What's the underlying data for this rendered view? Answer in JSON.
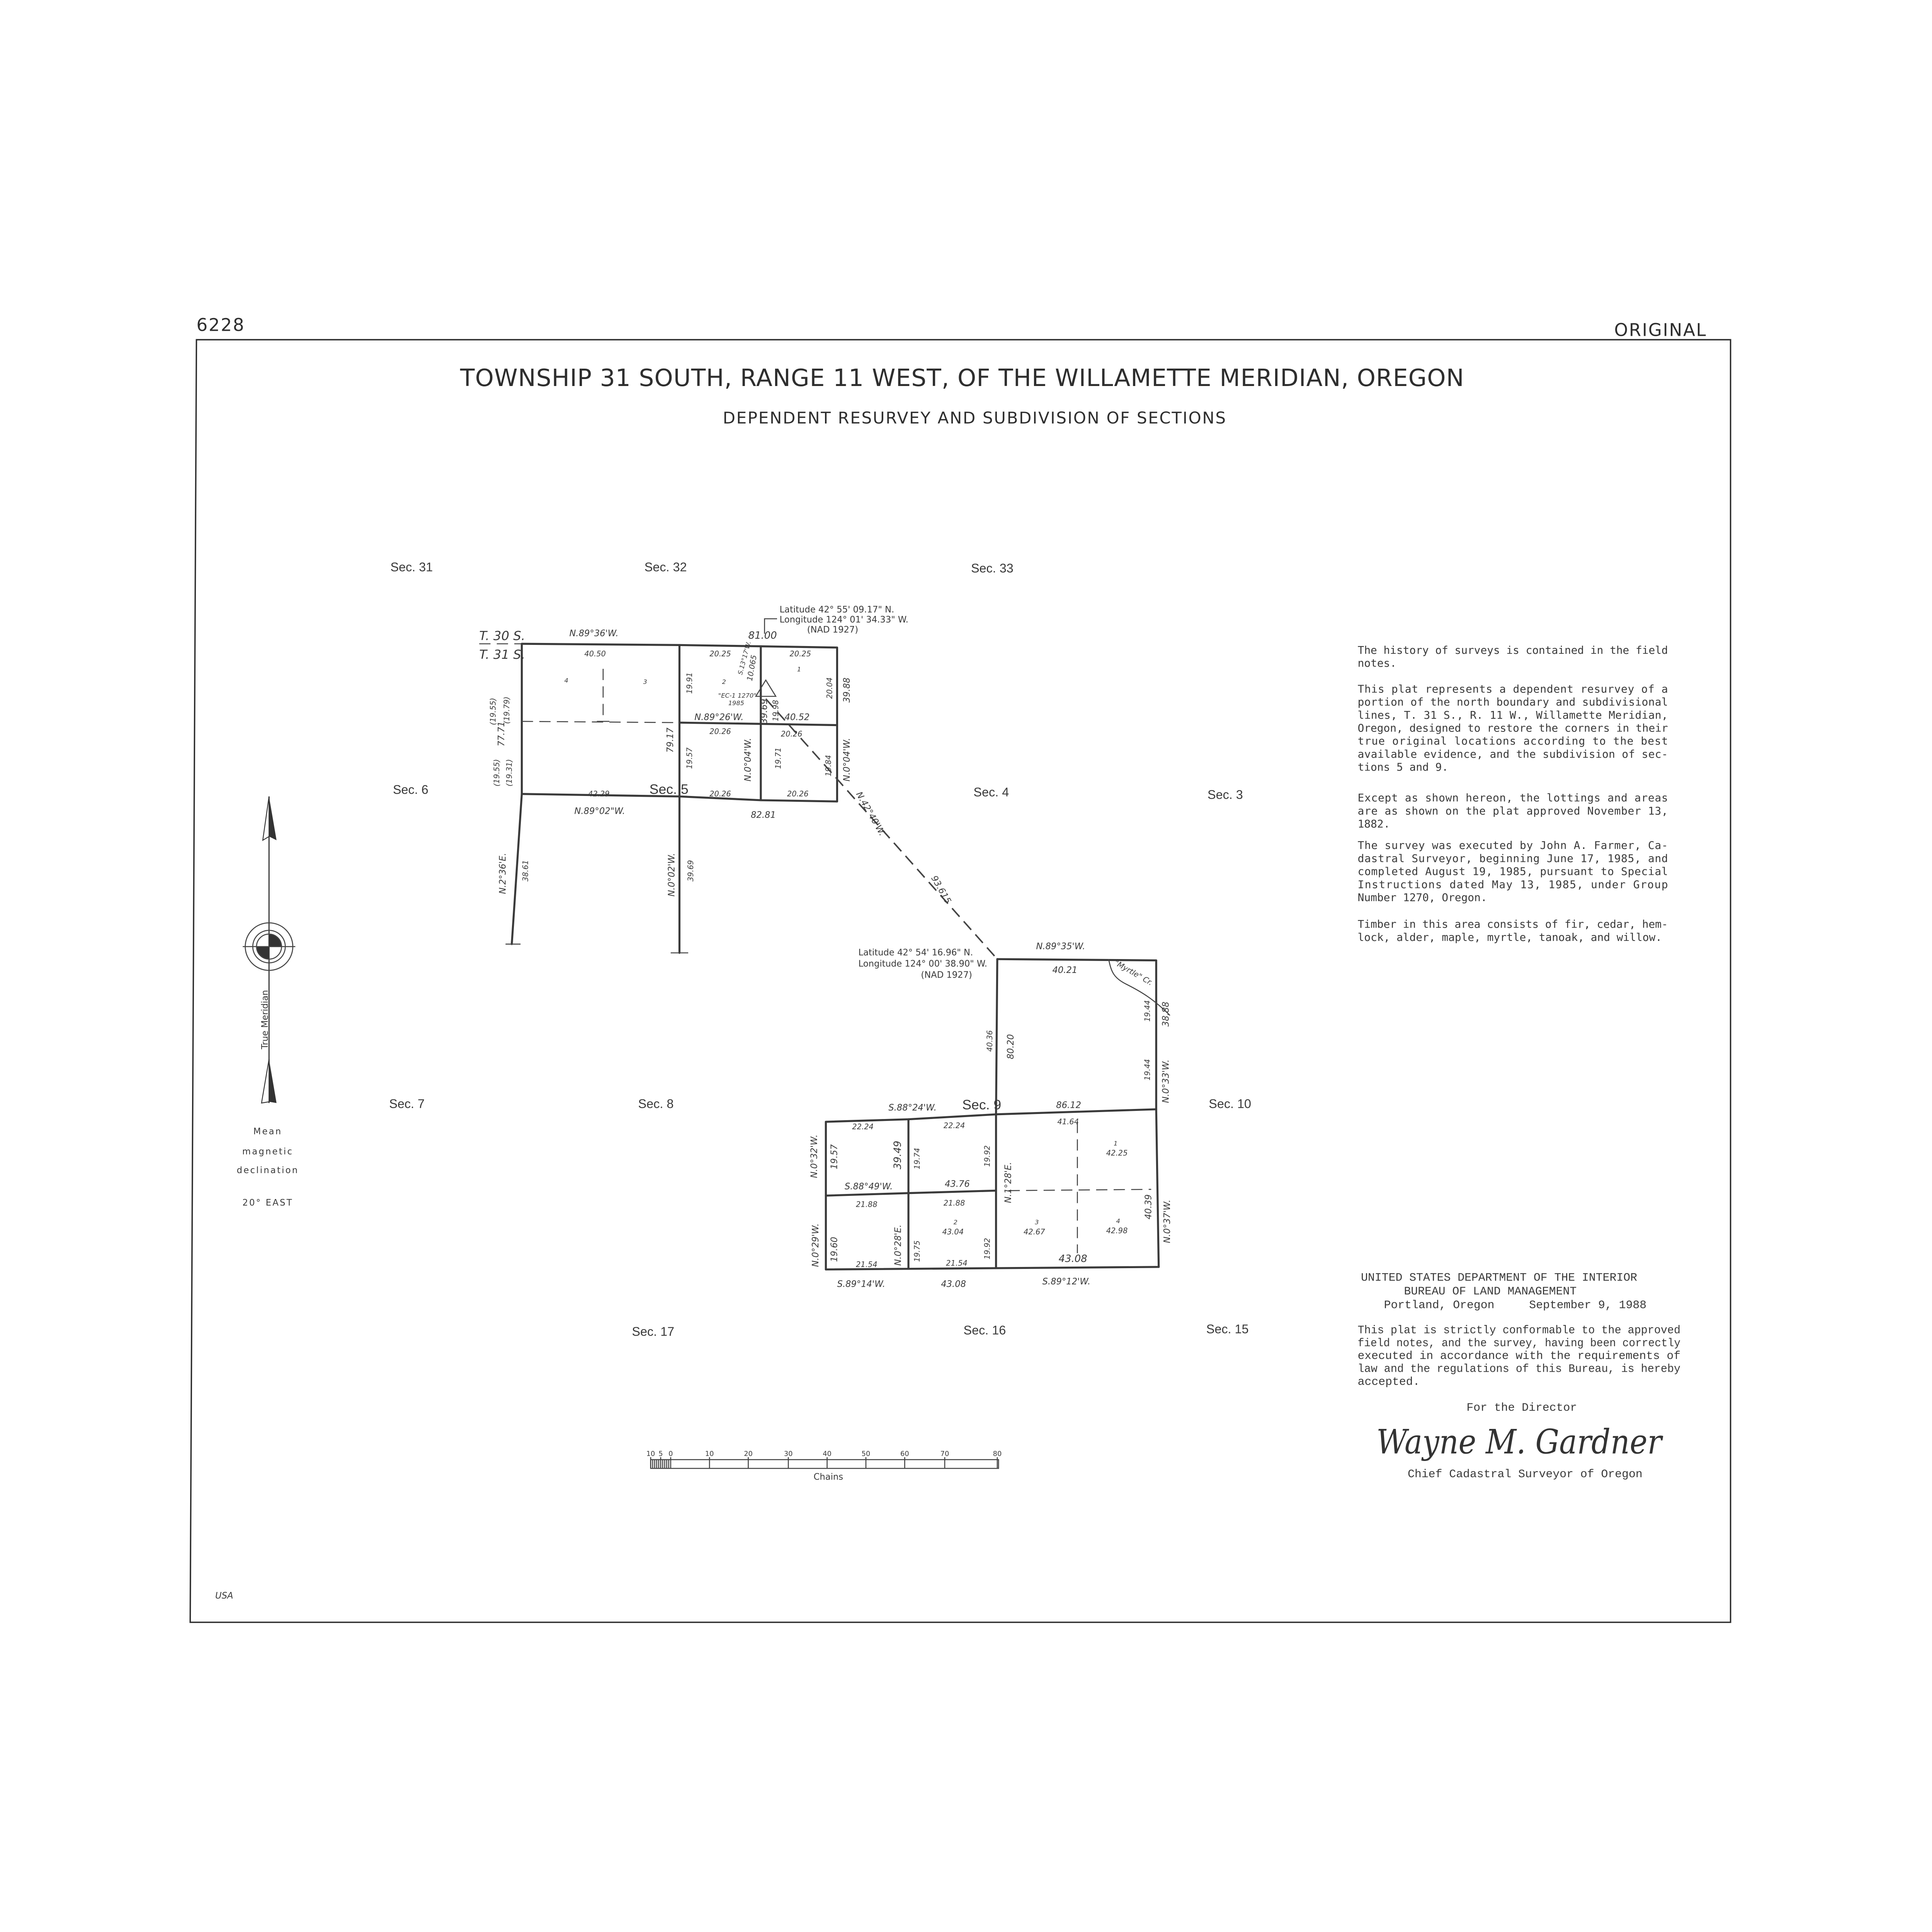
{
  "sheet": {
    "number": "6228",
    "status": "ORIGINAL",
    "title": "TOWNSHIP 31 SOUTH, RANGE 11 WEST, OF THE WILLAMETTE MERIDIAN, OREGON",
    "subtitle": "DEPENDENT RESURVEY AND SUBDIVISION OF SECTIONS",
    "corner_mark": "USA"
  },
  "sections": [
    "Sec. 31",
    "Sec. 32",
    "Sec. 33",
    "Sec. 6",
    "Sec. 4",
    "Sec. 3",
    "Sec. 7",
    "Sec. 8",
    "Sec. 10",
    "Sec. 17",
    "Sec. 16",
    "Sec. 15",
    "Sec. 5",
    "Sec. 9"
  ],
  "coordinates": {
    "north": {
      "latitude": "Latitude  42° 55' 09.17\" N.",
      "longitude": "Longitude 124° 01' 34.33\" W.",
      "datum": "(NAD 1927)"
    },
    "south": {
      "latitude": "Latitude   42° 54'  16.96\" N.",
      "longitude": "Longitude 124° 00' 38.90\" W.",
      "datum": "(NAD 1927)"
    }
  },
  "labels": [
    "T. 30 S.",
    "T. 31 S.",
    "N.89°36'W.",
    "40.50",
    "4",
    "3",
    "(19.55)",
    "(19.79)",
    "77.71",
    "(19.55)",
    "(19.31)",
    "42.29",
    "N.89°02\"W.",
    "79.17",
    "19.91",
    "20.25",
    "2",
    "S.13°17'W.",
    "10.065",
    "\"EC-1 1270\"",
    "1985",
    "39.69",
    "20.25",
    "1",
    "20.04",
    "39.88",
    "N.89°26'W.",
    "40.52",
    "19.98",
    "20.26",
    "20.26",
    "19.57",
    "N.0°04'W.",
    "19.71",
    "19.84",
    "N.0°04'W.",
    "20.26",
    "20.26",
    "82.81",
    "N.2°36'E.",
    "38.61",
    "N.0°02'W.",
    "39.69",
    "N.42°40'W.",
    "93.615",
    "81.00",
    "N.89°35'W.",
    "40.21",
    "\"Myrtle\" Cr.",
    "19.44",
    "38.88",
    "40.36",
    "80.20",
    "19.44",
    "N.0°33'W.",
    "S.88°24'W.",
    "86.12",
    "41.64",
    "22.24",
    "22.24",
    "N.0°32'W.",
    "19.57",
    "39.49",
    "19.74",
    "19.92",
    "N.1°28'E.",
    "1",
    "42.25",
    "S.88°49'W.",
    "43.76",
    "21.88",
    "21.88",
    "19.60",
    "N.0°28'E.",
    "19.75",
    "2",
    "43.04",
    "19.92",
    "3",
    "42.67",
    "4",
    "42.98",
    "40.39",
    "N.0°37'W.",
    "21.54",
    "21.54",
    "43.08",
    "N.0°29'W.",
    "S.89°14'W.",
    "43.08",
    "S.89°12'W."
  ],
  "meridian": {
    "label": "True Meridian",
    "declination": [
      "Mean",
      "magnetic",
      "declination",
      "20° EAST"
    ]
  },
  "scale": {
    "ticks": [
      "10",
      "5",
      "0",
      "10",
      "20",
      "30",
      "40",
      "50",
      "60",
      "70",
      "80"
    ],
    "unit": "Chains"
  },
  "notes": [
    [
      "The history of surveys is contained in the field",
      "notes."
    ],
    [
      "This plat  represents a  dependent resurvey of a",
      "portion of the north boundary and  subdivisional",
      "lines, T. 31 S., R. 11 W.,  Willamette Meridian,",
      "Oregon, designed to restore the corners in their",
      "true  original  locations  according to the best",
      "available evidence,  and the subdivision of sec-",
      "tions 5 and 9."
    ],
    [
      "Except as  shown hereon,  the lottings and areas",
      "are as  shown on the plat approved  November 13,",
      "1882."
    ],
    [
      "The survey was  executed by  John A. Farmer, Ca-",
      "dastral Surveyor,  beginning  June 17, 1985, and",
      "completed  August 19, 1985,  pursuant to Special",
      "Instructions  dated  May  13, 1985,  under Group",
      "Number 1270, Oregon."
    ],
    [
      "Timber in this area consists of fir, cedar, hem-",
      "lock, alder, maple, myrtle, tanoak, and willow."
    ]
  ],
  "approval": {
    "department": "UNITED STATES DEPARTMENT OF THE INTERIOR",
    "bureau": "BUREAU OF LAND MANAGEMENT",
    "place": "Portland, Oregon",
    "date": "September 9, 1988",
    "statement": [
      "This plat is strictly  conformable to the approved",
      "field notes, and the survey, having been correctly",
      "executed in  accordance  with the  requirements of",
      "law and the regulations of this Bureau,  is hereby",
      "accepted."
    ],
    "for": "For the Director",
    "signature": "Wayne M. Gardner",
    "signer_title": "Chief Cadastral Surveyor of Oregon"
  }
}
